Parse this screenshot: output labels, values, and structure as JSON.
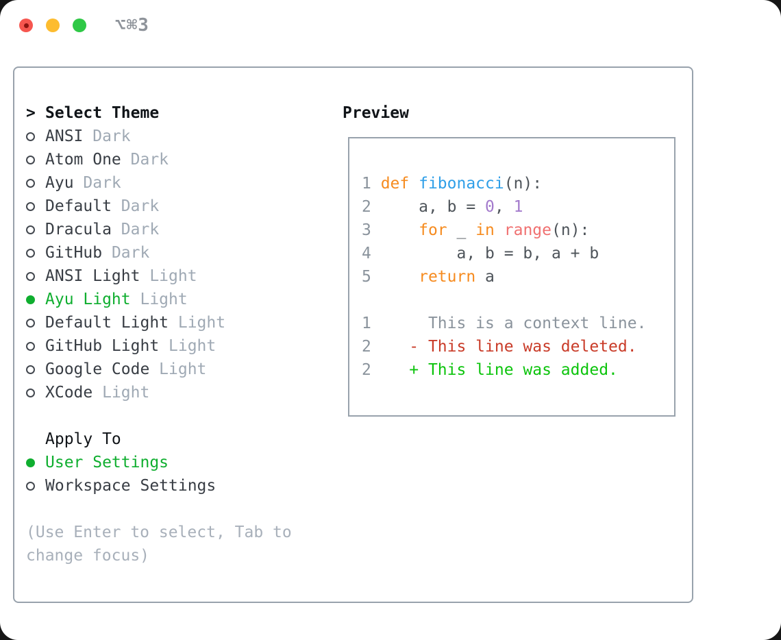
{
  "window": {
    "title": "⌥⌘3"
  },
  "theme_list": {
    "cursor": ">",
    "header": "Select Theme",
    "items": [
      {
        "name": "ANSI",
        "variant": "Dark",
        "selected": false
      },
      {
        "name": "Atom One",
        "variant": "Dark",
        "selected": false
      },
      {
        "name": "Ayu",
        "variant": "Dark",
        "selected": false
      },
      {
        "name": "Default",
        "variant": "Dark",
        "selected": false
      },
      {
        "name": "Dracula",
        "variant": "Dark",
        "selected": false
      },
      {
        "name": "GitHub",
        "variant": "Dark",
        "selected": false
      },
      {
        "name": "ANSI Light",
        "variant": "Light",
        "selected": false
      },
      {
        "name": "Ayu Light",
        "variant": "Light",
        "selected": true
      },
      {
        "name": "Default Light",
        "variant": "Light",
        "selected": false
      },
      {
        "name": "GitHub Light",
        "variant": "Light",
        "selected": false
      },
      {
        "name": "Google Code",
        "variant": "Light",
        "selected": false
      },
      {
        "name": "XCode",
        "variant": "Light",
        "selected": false
      }
    ]
  },
  "apply_to": {
    "header": "Apply To",
    "options": [
      {
        "label": "User Settings",
        "selected": true
      },
      {
        "label": "Workspace Settings",
        "selected": false
      }
    ]
  },
  "hint_lines": [
    "(Use Enter to select, Tab to",
    "change focus)"
  ],
  "preview": {
    "header": "Preview",
    "lines": [
      {
        "tokens": [
          {
            "text": "1 ",
            "style": "gutter"
          },
          {
            "text": "def ",
            "style": "keyword"
          },
          {
            "text": "fibonacci",
            "style": "function"
          },
          {
            "text": "(n):",
            "style": "plain"
          }
        ]
      },
      {
        "tokens": [
          {
            "text": "2",
            "style": "gutter"
          },
          {
            "text": "     a, b = ",
            "style": "plain"
          },
          {
            "text": "0",
            "style": "number"
          },
          {
            "text": ", ",
            "style": "plain"
          },
          {
            "text": "1",
            "style": "number"
          }
        ]
      },
      {
        "tokens": [
          {
            "text": "3",
            "style": "gutter"
          },
          {
            "text": "     ",
            "style": "plain"
          },
          {
            "text": "for",
            "style": "keyword"
          },
          {
            "text": " _ ",
            "style": "plain"
          },
          {
            "text": "in",
            "style": "keyword"
          },
          {
            "text": " ",
            "style": "plain"
          },
          {
            "text": "range",
            "style": "special"
          },
          {
            "text": "(n):",
            "style": "plain"
          }
        ]
      },
      {
        "tokens": [
          {
            "text": "4",
            "style": "gutter"
          },
          {
            "text": "         a, b = b, a + b",
            "style": "plain"
          }
        ]
      },
      {
        "tokens": [
          {
            "text": "5",
            "style": "gutter"
          },
          {
            "text": "     ",
            "style": "plain"
          },
          {
            "text": "return",
            "style": "keyword"
          },
          {
            "text": " a",
            "style": "plain"
          }
        ]
      },
      {
        "tokens": []
      },
      {
        "tokens": [
          {
            "text": "1",
            "style": "gutter"
          },
          {
            "text": "      This is a context line.",
            "style": "context"
          }
        ]
      },
      {
        "tokens": [
          {
            "text": "2",
            "style": "gutter"
          },
          {
            "text": "    - This line was deleted.",
            "style": "deleted"
          }
        ]
      },
      {
        "tokens": [
          {
            "text": "2",
            "style": "gutter"
          },
          {
            "text": "    + This line was added.",
            "style": "added"
          }
        ]
      }
    ]
  },
  "colors": {
    "selected_green": "#0fae2f",
    "traffic_close": "#f6564f",
    "traffic_close_dot": "#8c1410",
    "traffic_minimize": "#fdbc2f",
    "traffic_zoom": "#2fc846",
    "border": "#98a2ac",
    "header_text": "#101418",
    "item_text": "#383d44",
    "variant_text": "#9fa9b4",
    "hint_text": "#a8b0ba",
    "window_title": "#8e939a",
    "gutter": "#8a939c",
    "code_plain": "#4e545a",
    "keyword": "#f68b1f",
    "function": "#2f9fe8",
    "number": "#a37acc",
    "special": "#f07171",
    "context": "#8a939c",
    "deleted": "#c93b28",
    "added": "#0cc40c"
  }
}
